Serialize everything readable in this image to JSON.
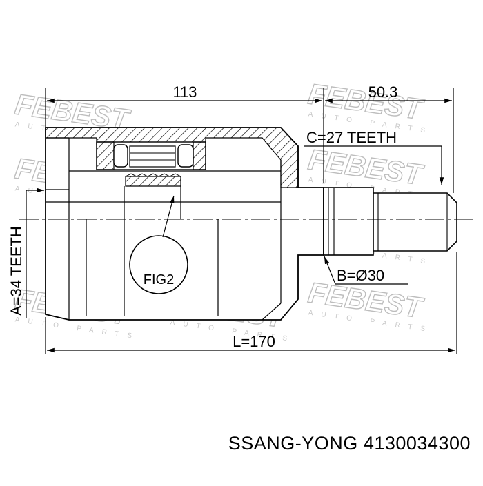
{
  "dimensions": {
    "width_113": "113",
    "width_50_3": "50.3",
    "length": "L=170",
    "teeth_c": "C=27 TEETH",
    "diameter_b": "B=Ø30",
    "teeth_a": "A=34 TEETH"
  },
  "figure_label": "FIG2",
  "watermark": {
    "brand": "FEBEST",
    "sub": "AUTO PARTS"
  },
  "caption": {
    "brand": "SSANG-YONG",
    "part_number": "4130034300"
  },
  "colors": {
    "line": "#000000",
    "watermark": "#bdbdbd",
    "background": "#ffffff"
  }
}
